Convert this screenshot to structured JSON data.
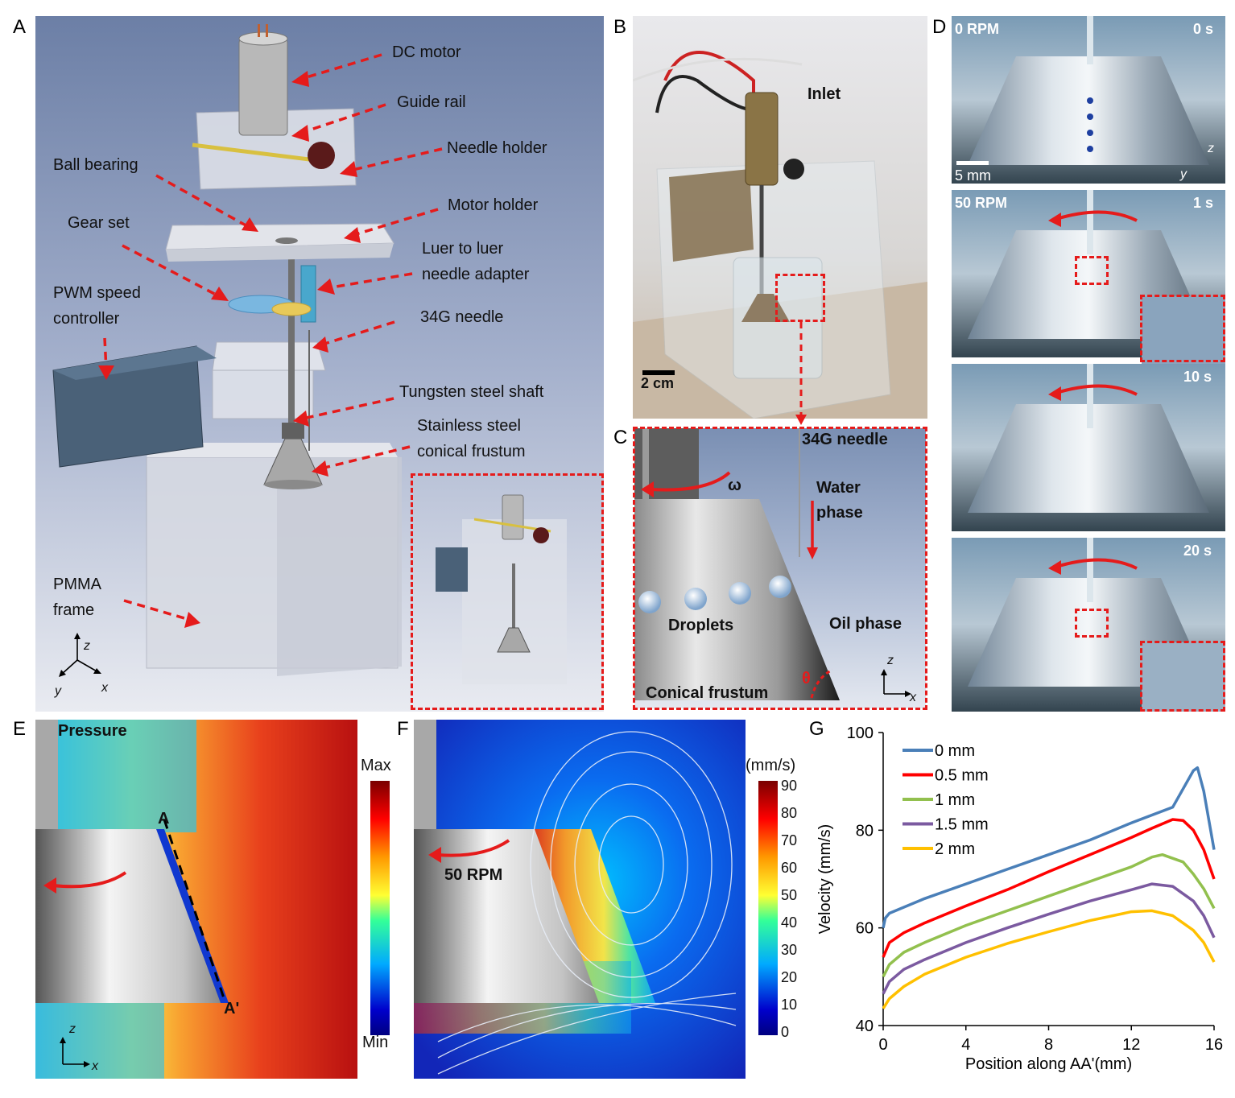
{
  "panel_letters": [
    "A",
    "B",
    "C",
    "D",
    "E",
    "F",
    "G"
  ],
  "panel_a": {
    "labels": {
      "dc_motor": "DC motor",
      "guide_rail": "Guide rail",
      "needle_holder": "Needle holder",
      "ball_bearing": "Ball bearing",
      "motor_holder": "Motor holder",
      "gear_set": "Gear set",
      "luer_line1": "Luer to luer",
      "luer_line2": "needle adapter",
      "pwm_line1": "PWM speed",
      "pwm_line2": "controller",
      "needle_34g": "34G needle",
      "shaft": "Tungsten steel shaft",
      "frustum_line1": "Stainless steel",
      "frustum_line2": "conical frustum",
      "frame_line1": "PMMA",
      "frame_line2": "frame"
    },
    "axes": {
      "z": "z",
      "y": "y",
      "x": "x"
    }
  },
  "panel_b": {
    "inlet": "Inlet",
    "scale": "2 cm"
  },
  "panel_c": {
    "needle": "34G needle",
    "omega": "ω",
    "water_line1": "Water",
    "water_line2": "phase",
    "droplets": "Droplets",
    "oil": "Oil phase",
    "frustum": "Conical frustum",
    "theta": "θ",
    "axes": {
      "z": "z",
      "x": "x"
    }
  },
  "panel_d": {
    "frames": [
      {
        "rpm": "0 RPM",
        "time": "0 s"
      },
      {
        "rpm": "50 RPM",
        "time": "1 s"
      },
      {
        "rpm": "",
        "time": "10 s"
      },
      {
        "rpm": "",
        "time": "20 s"
      }
    ],
    "scale": "5 mm",
    "axes": {
      "z": "z",
      "y": "y"
    }
  },
  "panel_e": {
    "title": "Pressure",
    "point_a": "A",
    "point_a_prime": "A'",
    "colorbar_max": "Max",
    "colorbar_min": "Min",
    "axes": {
      "z": "z",
      "x": "x"
    }
  },
  "panel_f": {
    "rpm_label": "50 RPM",
    "unit": "(mm/s)",
    "ticks": [
      "90",
      "80",
      "70",
      "60",
      "50",
      "40",
      "30",
      "20",
      "10",
      "0"
    ]
  },
  "colors": {
    "dash_red": "#e51b1b",
    "s0": "#4a7fb8",
    "s05": "#ff0000",
    "s1": "#92c04e",
    "s15": "#7b5aa0",
    "s2": "#ffc000"
  },
  "chart_data": {
    "type": "line",
    "xlabel": "Position along AA'(mm)",
    "ylabel": "Velocity (mm/s)",
    "xlim": [
      0,
      16
    ],
    "ylim": [
      40,
      100
    ],
    "xticks": [
      "0",
      "4",
      "8",
      "12",
      "16"
    ],
    "yticks": [
      "40",
      "60",
      "80",
      "100"
    ],
    "legend_position": "top-left",
    "grid": false,
    "series": [
      {
        "name": "0 mm",
        "color": "#4a7fb8",
        "x": [
          0,
          0.1,
          0.3,
          2,
          4,
          6,
          8,
          10,
          12,
          14,
          15,
          15.2,
          15.5,
          16
        ],
        "y": [
          60,
          62,
          63,
          66,
          69,
          72,
          75,
          78,
          81.5,
          84.7,
          92.2,
          92.8,
          88,
          76
        ]
      },
      {
        "name": "0.5 mm",
        "color": "#ff0000",
        "x": [
          0,
          0.3,
          1,
          2,
          4,
          6,
          8,
          10,
          12,
          13,
          14,
          14.5,
          15,
          15.5,
          16
        ],
        "y": [
          54,
          57,
          59,
          61,
          64.5,
          67.8,
          71.5,
          75,
          78.5,
          80.4,
          82.2,
          82,
          80,
          76,
          70
        ]
      },
      {
        "name": "1 mm",
        "color": "#92c04e",
        "x": [
          0,
          0.3,
          1,
          2,
          4,
          6,
          8,
          10,
          12,
          13,
          13.5,
          14.5,
          15,
          15.5,
          16
        ],
        "y": [
          50,
          52.5,
          55,
          57,
          60.5,
          63.5,
          66.5,
          69.5,
          72.5,
          74.5,
          75,
          73.5,
          71,
          68,
          64
        ]
      },
      {
        "name": "1.5 mm",
        "color": "#7b5aa0",
        "x": [
          0,
          0.3,
          1,
          2,
          4,
          6,
          8,
          10,
          12,
          13,
          14,
          15,
          15.5,
          16
        ],
        "y": [
          46.5,
          49,
          51.5,
          53.5,
          57,
          60,
          62.8,
          65.5,
          67.8,
          69,
          68.5,
          65.5,
          62.5,
          58
        ]
      },
      {
        "name": "2 mm",
        "color": "#ffc000",
        "x": [
          0,
          0.3,
          1,
          2,
          4,
          6,
          8,
          10,
          12,
          13,
          14,
          15,
          15.5,
          16
        ],
        "y": [
          43.5,
          45.5,
          48,
          50.5,
          54,
          56.8,
          59.2,
          61.5,
          63.3,
          63.5,
          62.5,
          59.5,
          57,
          53
        ]
      }
    ]
  }
}
